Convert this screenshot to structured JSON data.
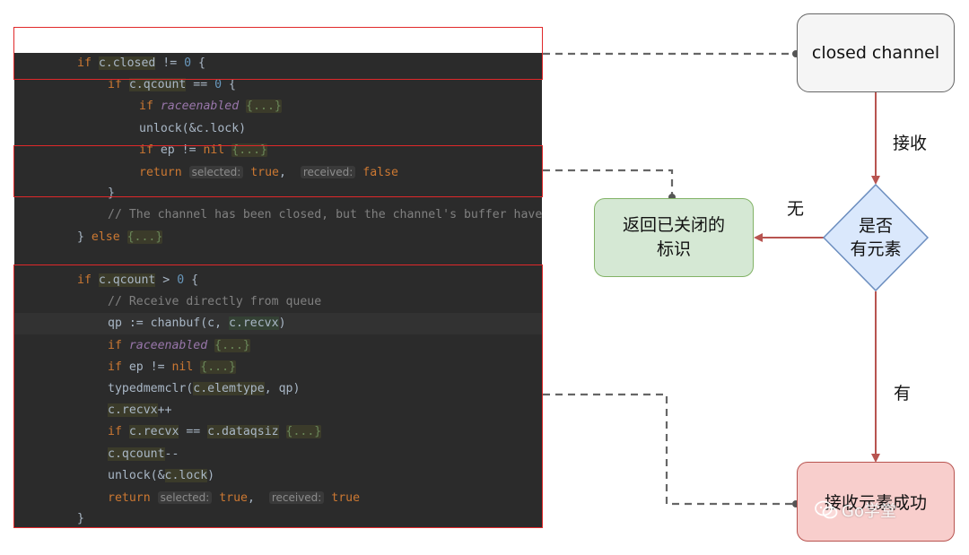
{
  "colors": {
    "editor_bg": "#2b2b2b",
    "red_box": "#e0282a",
    "arrow": "#b85450",
    "node_closed_fill": "#f5f5f5",
    "node_return_fill": "#d5e8d4",
    "node_return_stroke": "#82b366",
    "node_decision_fill": "#dae8fc",
    "node_decision_stroke": "#6c8ebf",
    "node_success_fill": "#f8cecc",
    "node_success_stroke": "#b85450"
  },
  "code": [
    {
      "indent": 1,
      "tokens": [
        {
          "t": "if ",
          "c": "kw"
        },
        {
          "t": "c.closed",
          "c": "hl"
        },
        {
          "t": " != ",
          "c": "plain"
        },
        {
          "t": "0",
          "c": "num"
        },
        {
          "t": " {",
          "c": "plain"
        }
      ]
    },
    {
      "indent": 2,
      "tokens": [
        {
          "t": "if ",
          "c": "kw"
        },
        {
          "t": "c.qcount",
          "c": "hl"
        },
        {
          "t": " == ",
          "c": "plain"
        },
        {
          "t": "0",
          "c": "num"
        },
        {
          "t": " {",
          "c": "plain"
        }
      ]
    },
    {
      "indent": 3,
      "tokens": [
        {
          "t": "if ",
          "c": "kw"
        },
        {
          "t": "raceenabled",
          "c": "italic"
        },
        {
          "t": " ",
          "c": "plain"
        },
        {
          "t": "{...}",
          "c": "fold"
        }
      ]
    },
    {
      "indent": 3,
      "tokens": [
        {
          "t": "unlock(&c.lock)",
          "c": "plain"
        }
      ]
    },
    {
      "indent": 3,
      "tokens": [
        {
          "t": "if ",
          "c": "kw"
        },
        {
          "t": "ep != ",
          "c": "plain"
        },
        {
          "t": "nil",
          "c": "kw"
        },
        {
          "t": " ",
          "c": "plain"
        },
        {
          "t": "{...}",
          "c": "fold"
        }
      ]
    },
    {
      "indent": 3,
      "tokens": [
        {
          "t": "return ",
          "c": "kw"
        },
        {
          "t": "selected:",
          "c": "hint"
        },
        {
          "t": " true",
          "c": "kw"
        },
        {
          "t": ",  ",
          "c": "plain"
        },
        {
          "t": "received:",
          "c": "hint"
        },
        {
          "t": " false",
          "c": "kw"
        }
      ]
    },
    {
      "indent": 2,
      "tokens": [
        {
          "t": "}",
          "c": "plain"
        }
      ]
    },
    {
      "indent": 2,
      "tokens": [
        {
          "t": "// The channel has been closed, but the channel's buffer have",
          "c": "comment"
        }
      ]
    },
    {
      "indent": 1,
      "tokens": [
        {
          "t": "} ",
          "c": "plain"
        },
        {
          "t": "else ",
          "c": "kw"
        },
        {
          "t": "{...}",
          "c": "fold"
        }
      ]
    },
    {
      "indent": 0,
      "tokens": []
    },
    {
      "indent": 1,
      "tokens": [
        {
          "t": "if ",
          "c": "kw"
        },
        {
          "t": "c.qcount",
          "c": "hl"
        },
        {
          "t": " > ",
          "c": "plain"
        },
        {
          "t": "0",
          "c": "num"
        },
        {
          "t": " {",
          "c": "plain"
        }
      ]
    },
    {
      "indent": 2,
      "tokens": [
        {
          "t": "// Receive directly from queue",
          "c": "comment"
        }
      ]
    },
    {
      "indent": 2,
      "highlight": true,
      "tokens": [
        {
          "t": "qp := ",
          "c": "plain"
        },
        {
          "t": "chanbuf(c, ",
          "c": "fn"
        },
        {
          "t": "c.recvx",
          "c": "hl-green"
        },
        {
          "t": ")",
          "c": "plain"
        }
      ]
    },
    {
      "indent": 2,
      "tokens": [
        {
          "t": "if ",
          "c": "kw"
        },
        {
          "t": "raceenabled",
          "c": "italic"
        },
        {
          "t": " ",
          "c": "plain"
        },
        {
          "t": "{...}",
          "c": "fold"
        }
      ]
    },
    {
      "indent": 2,
      "tokens": [
        {
          "t": "if ",
          "c": "kw"
        },
        {
          "t": "ep != ",
          "c": "plain"
        },
        {
          "t": "nil",
          "c": "kw"
        },
        {
          "t": " ",
          "c": "plain"
        },
        {
          "t": "{...}",
          "c": "fold"
        }
      ]
    },
    {
      "indent": 2,
      "tokens": [
        {
          "t": "typedmemclr(",
          "c": "fn"
        },
        {
          "t": "c.elemtype",
          "c": "hl"
        },
        {
          "t": ", qp)",
          "c": "plain"
        }
      ]
    },
    {
      "indent": 2,
      "tokens": [
        {
          "t": "c.recvx",
          "c": "hl"
        },
        {
          "t": "++",
          "c": "plain"
        }
      ]
    },
    {
      "indent": 2,
      "tokens": [
        {
          "t": "if ",
          "c": "kw"
        },
        {
          "t": "c.recvx",
          "c": "hl"
        },
        {
          "t": " == ",
          "c": "plain"
        },
        {
          "t": "c.dataqsiz",
          "c": "hl"
        },
        {
          "t": " ",
          "c": "plain"
        },
        {
          "t": "{...}",
          "c": "fold"
        }
      ]
    },
    {
      "indent": 2,
      "tokens": [
        {
          "t": "c.qcount",
          "c": "hl"
        },
        {
          "t": "--",
          "c": "plain"
        }
      ]
    },
    {
      "indent": 2,
      "tokens": [
        {
          "t": "unlock(&",
          "c": "plain"
        },
        {
          "t": "c.lock",
          "c": "hl"
        },
        {
          "t": ")",
          "c": "plain"
        }
      ]
    },
    {
      "indent": 2,
      "tokens": [
        {
          "t": "return ",
          "c": "kw"
        },
        {
          "t": "selected:",
          "c": "hint"
        },
        {
          "t": " true",
          "c": "kw"
        },
        {
          "t": ",  ",
          "c": "plain"
        },
        {
          "t": "received:",
          "c": "hint"
        },
        {
          "t": " true",
          "c": "kw"
        }
      ]
    },
    {
      "indent": 1,
      "tokens": [
        {
          "t": "}",
          "c": "plain"
        }
      ]
    }
  ],
  "flow": {
    "node_closed_channel": "closed channel",
    "node_return_flag_line1": "返回已关闭的",
    "node_return_flag_line2": "标识",
    "node_has_element_line1": "是否",
    "node_has_element_line2": "有元素",
    "node_receive_success": "接收元素成功",
    "edge_receive": "接收",
    "edge_none": "无",
    "edge_has": "有"
  },
  "watermark": "Go学堂",
  "watermark_icon": "wechat-icon"
}
